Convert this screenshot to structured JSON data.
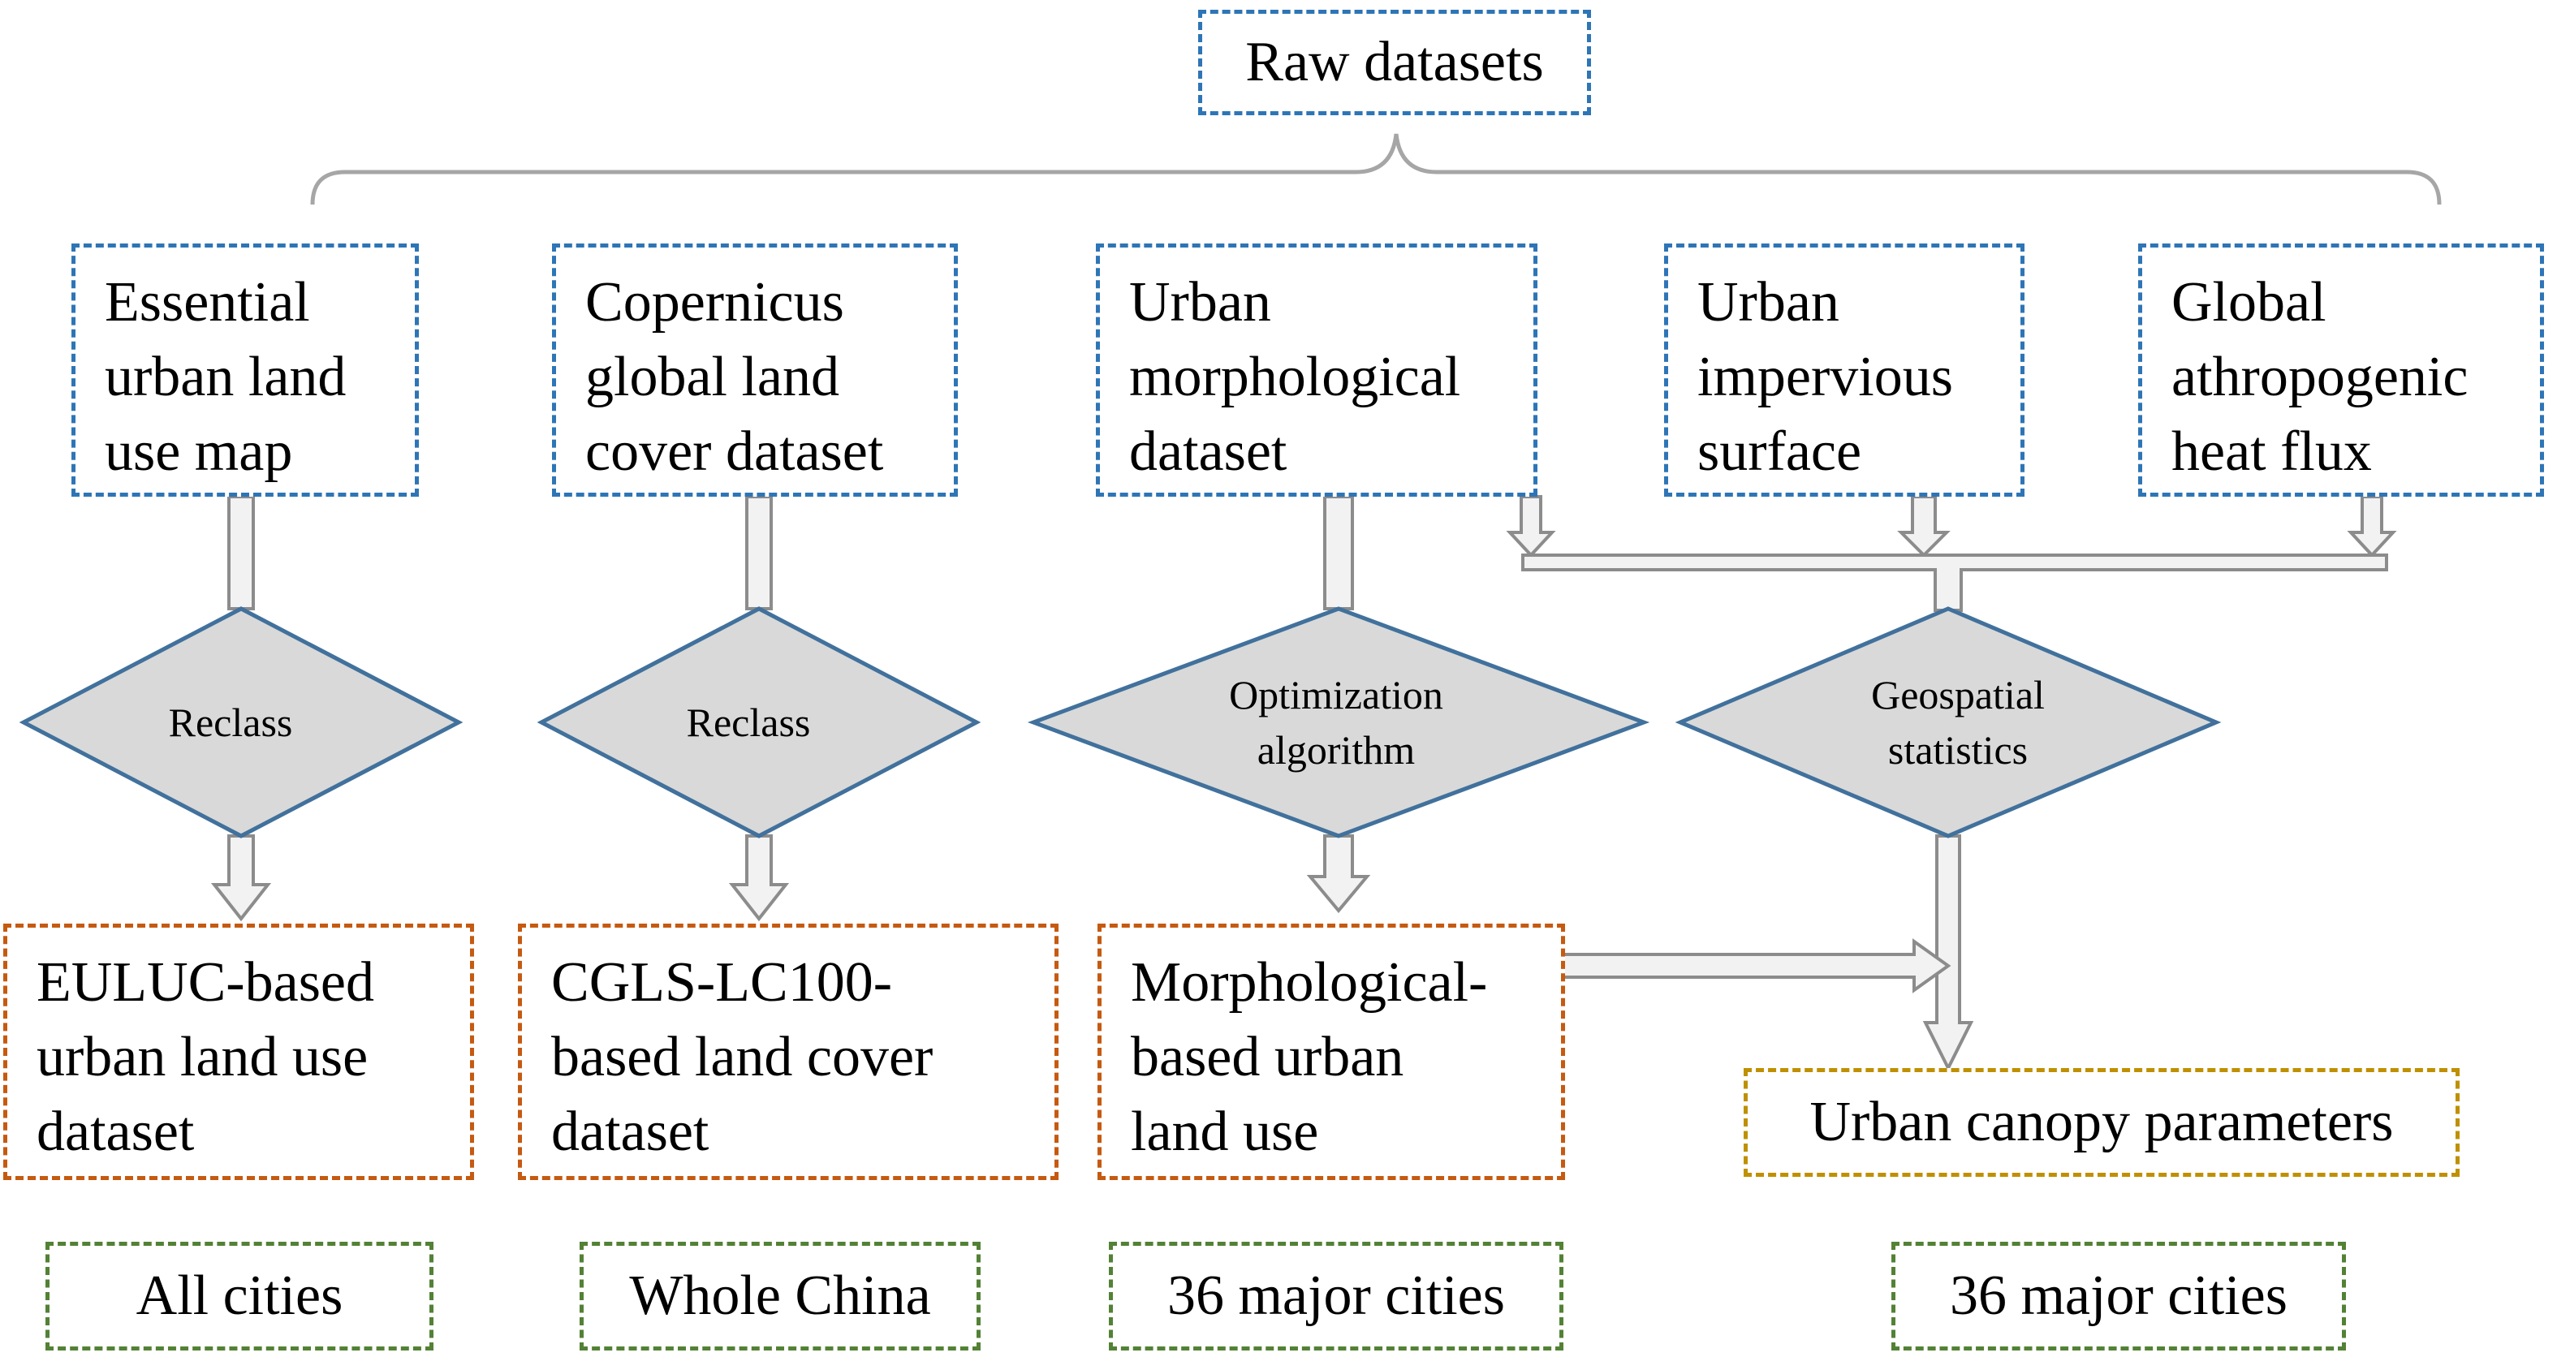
{
  "colors": {
    "input_border": "#2e75b6",
    "output_border": "#c55a11",
    "result_border": "#bf9000",
    "coverage_border": "#538135",
    "diamond_fill": "#d9d9d9",
    "diamond_stroke": "#41719c",
    "arrow_fill": "#f2f2f2",
    "arrow_stroke": "#8c8c8c"
  },
  "title": "Raw datasets",
  "inputs": [
    "Essential\nurban land\nuse map",
    "Copernicus\nglobal land\ncover dataset",
    "Urban\nmorphological\ndataset",
    "Urban\nimpervious\nsurface",
    "Global\nathropogenic\nheat flux"
  ],
  "processes": [
    "Reclass",
    "Reclass",
    "Optimization\nalgorithm",
    "Geospatial\nstatistics"
  ],
  "outputs": [
    "EULUC-based\nurban land use\ndataset",
    "CGLS-LC100-\nbased land cover\ndataset",
    "Morphological-\nbased urban\nland use"
  ],
  "result": "Urban canopy parameters",
  "coverage": [
    "All  cities",
    "Whole China",
    "36 major cities",
    "36 major cities"
  ]
}
